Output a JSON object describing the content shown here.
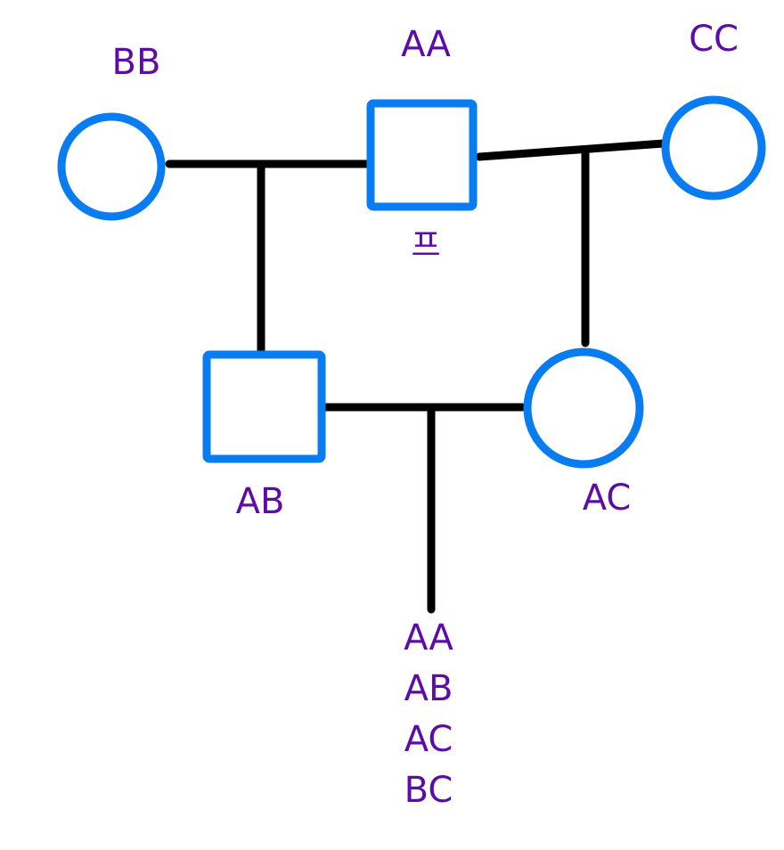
{
  "diagram": {
    "type": "pedigree",
    "colors": {
      "shape_stroke": "#0a7cf2",
      "line": "#000000",
      "label": "#5e0ca8",
      "background": "#ffffff"
    },
    "individuals": [
      {
        "id": "bb",
        "sex": "female",
        "shape": "circle",
        "genotype": "BB"
      },
      {
        "id": "aa",
        "sex": "male",
        "shape": "square",
        "genotype": "AA",
        "note": "프"
      },
      {
        "id": "cc",
        "sex": "female",
        "shape": "circle",
        "genotype": "CC"
      },
      {
        "id": "ab",
        "sex": "male",
        "shape": "square",
        "genotype": "AB"
      },
      {
        "id": "ac",
        "sex": "female",
        "shape": "circle",
        "genotype": "AC"
      }
    ],
    "relationships": [
      {
        "type": "mating",
        "partners": [
          "bb",
          "aa"
        ],
        "child": "ab"
      },
      {
        "type": "mating",
        "partners": [
          "aa",
          "cc"
        ],
        "child": "ac"
      },
      {
        "type": "mating",
        "partners": [
          "ab",
          "ac"
        ],
        "child": "offspring"
      }
    ],
    "offspring": {
      "possible_genotypes": [
        "AA",
        "AB",
        "AC",
        "BC"
      ]
    }
  }
}
